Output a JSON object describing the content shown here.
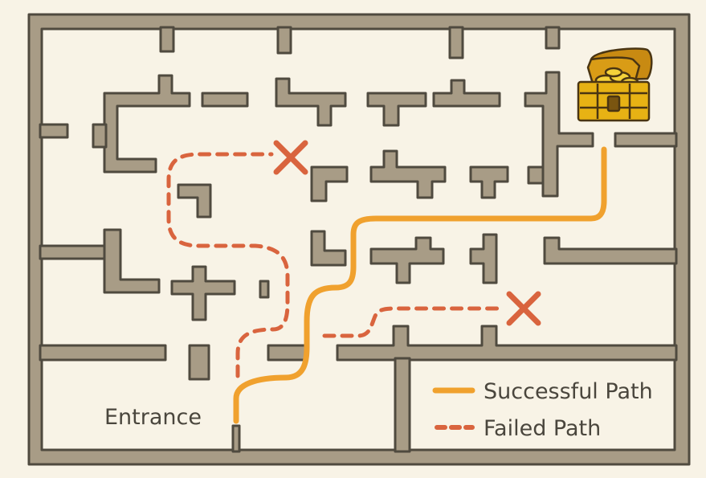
{
  "labels": {
    "entrance": "Entrance"
  },
  "legend": {
    "successful": "Successful Path",
    "failed": "Failed Path"
  },
  "colors": {
    "background": "#f8f3e6",
    "wall_fill": "#a89c86",
    "wall_outline": "#4f4a3f",
    "success_path": "#f0a12e",
    "failed_path": "#d9643e",
    "text": "#4a463d",
    "chest_gold": "#e7b214"
  },
  "icons": {
    "goal": "treasure-chest-icon",
    "dead_end": "cross-x-icon"
  }
}
